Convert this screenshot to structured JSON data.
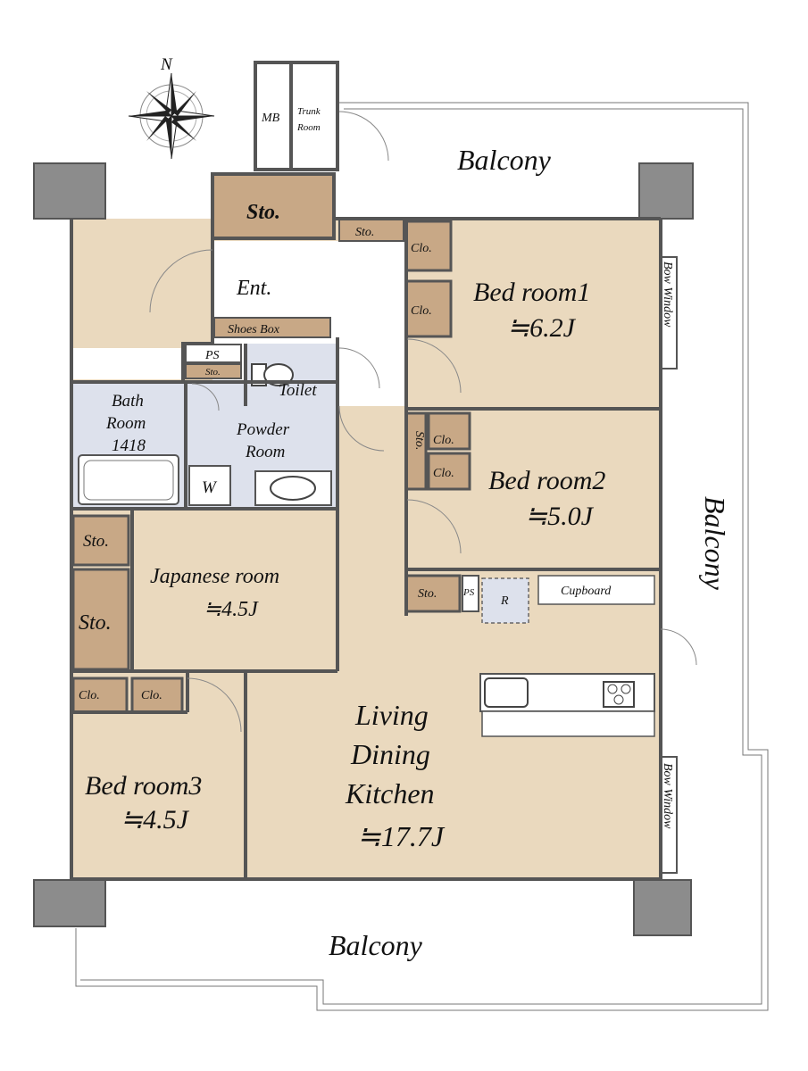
{
  "compass": {
    "north_label": "N"
  },
  "colors": {
    "floor": "#ead9be",
    "storage": "#c8a886",
    "wet": "#dde1ec",
    "column": "#8c8c8c",
    "balcony": "#ffffff",
    "wall": "#555555"
  },
  "rooms": {
    "mb": "MB",
    "trunk_line1": "Trunk",
    "trunk_line2": "Room",
    "sto_top": "Sto.",
    "sto_entry": "Sto.",
    "entrance": "Ent.",
    "shoes_box": "Shoes Box",
    "ps_top": "PS",
    "sto_small": "Sto.",
    "toilet": "Toilet",
    "bath_line1": "Bath",
    "bath_line2": "Room",
    "bath_line3": "1418",
    "powder_line1": "Powder",
    "powder_line2": "Room",
    "washer": "W",
    "clo_b1_top": "Clo.",
    "clo_b1_bottom": "Clo.",
    "bed1_name": "Bed room1",
    "bed1_size": "≒6.2J",
    "sto_vertical": "Sto.",
    "clo_b2_top": "Clo.",
    "clo_b2_bottom": "Clo.",
    "bed2_name": "Bed room2",
    "bed2_size": "≒5.0J",
    "sto_left_top": "Sto.",
    "sto_left_mid": "Sto.",
    "japanese_name": "Japanese room",
    "japanese_size": "≒4.5J",
    "sto_kitchen": "Sto.",
    "ps_kitchen": "PS",
    "refrigerator": "R",
    "cupboard": "Cupboard",
    "clo_b3_left": "Clo.",
    "clo_b3_right": "Clo.",
    "bed3_name": "Bed room3",
    "bed3_size": "≒4.5J",
    "ldk_line1": "Living",
    "ldk_line2": "Dining",
    "ldk_line3": "Kitchen",
    "ldk_size": "≒17.7J",
    "bow_window_top": "Bow Window",
    "bow_window_bottom": "Bow Window"
  },
  "balconies": {
    "top": "Balcony",
    "right": "Balcony",
    "bottom": "Balcony"
  }
}
